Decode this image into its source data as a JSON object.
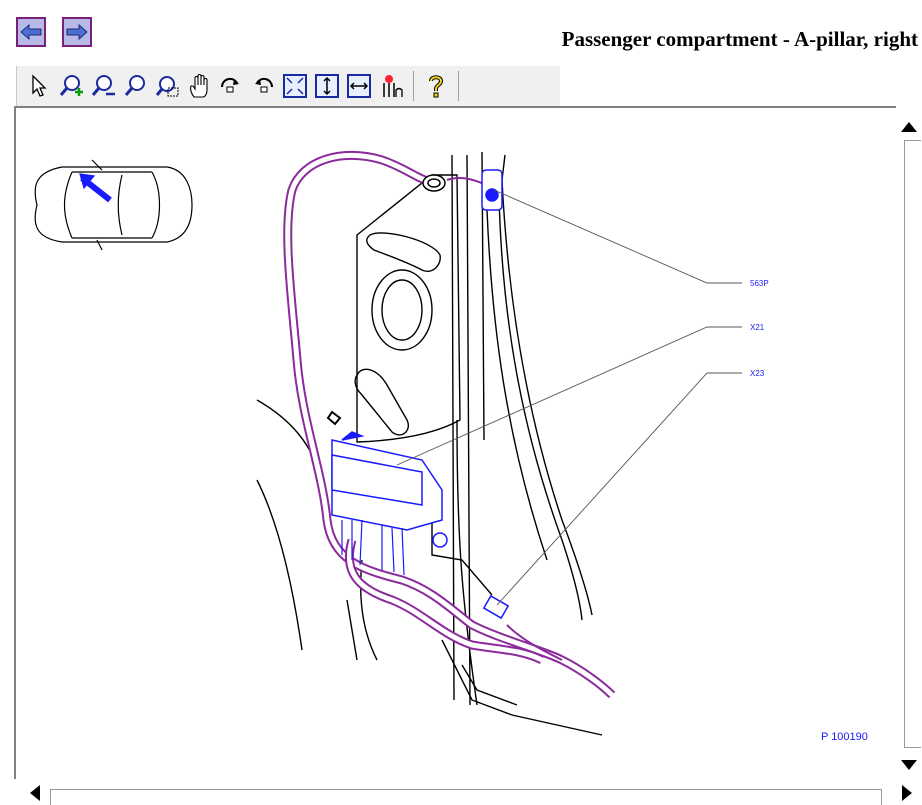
{
  "header": {
    "title": "Passenger compartment - A-pillar, right",
    "back_button": {
      "icon": "arrow-left-icon"
    },
    "forward_button": {
      "icon": "arrow-right-icon"
    }
  },
  "toolbar": {
    "tools": [
      {
        "name": "select",
        "icon": "cursor-arrow-icon"
      },
      {
        "name": "zoom-in",
        "icon": "zoom-in-icon"
      },
      {
        "name": "zoom-out",
        "icon": "zoom-out-icon"
      },
      {
        "name": "zoom",
        "icon": "magnifier-icon"
      },
      {
        "name": "zoom-window",
        "icon": "zoom-window-icon"
      },
      {
        "name": "pan",
        "icon": "hand-icon"
      },
      {
        "name": "rotate-right",
        "icon": "rotate-clockwise-icon"
      },
      {
        "name": "rotate-left",
        "icon": "rotate-counterclockwise-icon"
      },
      {
        "name": "fit-all",
        "icon": "fit-all-icon"
      },
      {
        "name": "fit-height",
        "icon": "fit-height-icon"
      },
      {
        "name": "fit-width",
        "icon": "fit-width-icon"
      },
      {
        "name": "highlight",
        "icon": "highlight-icon"
      },
      {
        "name": "help",
        "icon": "help-question-icon"
      }
    ]
  },
  "drawing": {
    "callouts": [
      "563P",
      "X21",
      "X23"
    ],
    "reference": "P 100190",
    "colors": {
      "harness": "#8b2a9b",
      "components": "#1a1aff",
      "outline": "#000000",
      "leader": "#555555"
    }
  }
}
